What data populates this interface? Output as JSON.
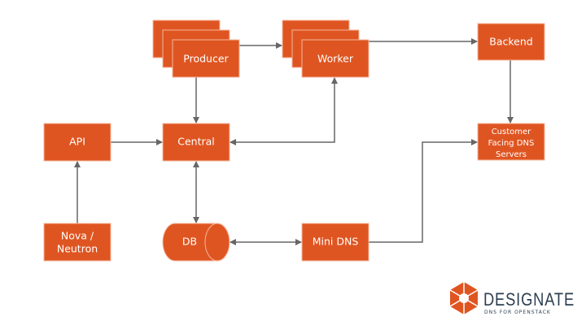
{
  "colors": {
    "box": "#df5521",
    "arrow": "#666666",
    "logo_text": "#2c3e50"
  },
  "nodes": {
    "producer": "Producer",
    "worker": "Worker",
    "backend": "Backend",
    "api": "API",
    "central": "Central",
    "customer_line1": "Customer",
    "customer_line2": "Facing DNS",
    "customer_line3": "Servers",
    "nova_line1": "Nova /",
    "nova_line2": "Neutron",
    "db": "DB",
    "minidns": "Mini DNS"
  },
  "logo": {
    "title": "DESIGNATE",
    "subtitle": "DNS FOR OPENSTACK",
    "icon": "hexagon-logo-icon"
  }
}
